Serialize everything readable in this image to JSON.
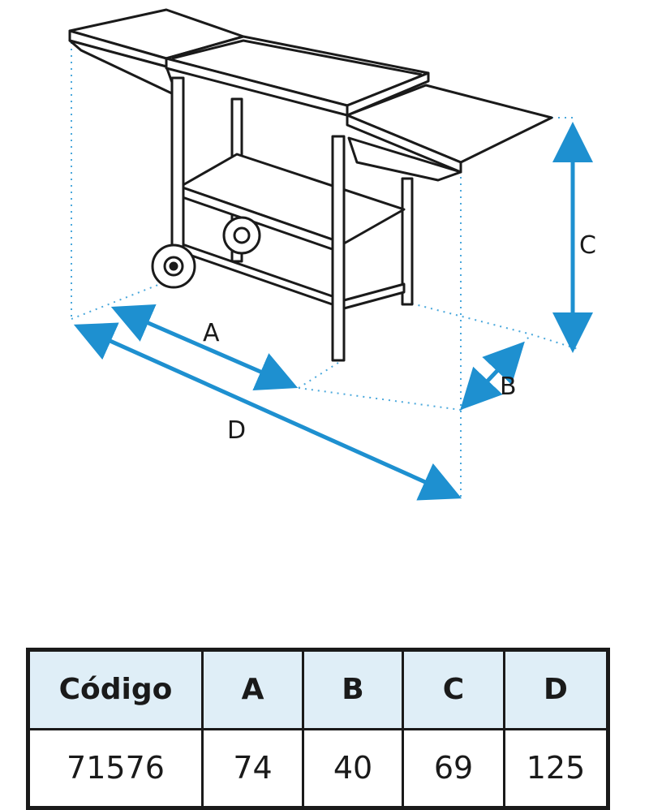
{
  "diagram": {
    "labels": {
      "a": "A",
      "b": "B",
      "c": "C",
      "d": "D"
    },
    "colors": {
      "arrow": "#1e90d0",
      "line": "#1a1a1a",
      "guide": "#4aa8dc"
    }
  },
  "table": {
    "headers": {
      "code": "Código",
      "a": "A",
      "b": "B",
      "c": "C",
      "d": "D"
    },
    "row": {
      "code": "71576",
      "a": "74",
      "b": "40",
      "c": "69",
      "d": "125"
    },
    "colors": {
      "header_bg": "#dfeef7"
    }
  }
}
